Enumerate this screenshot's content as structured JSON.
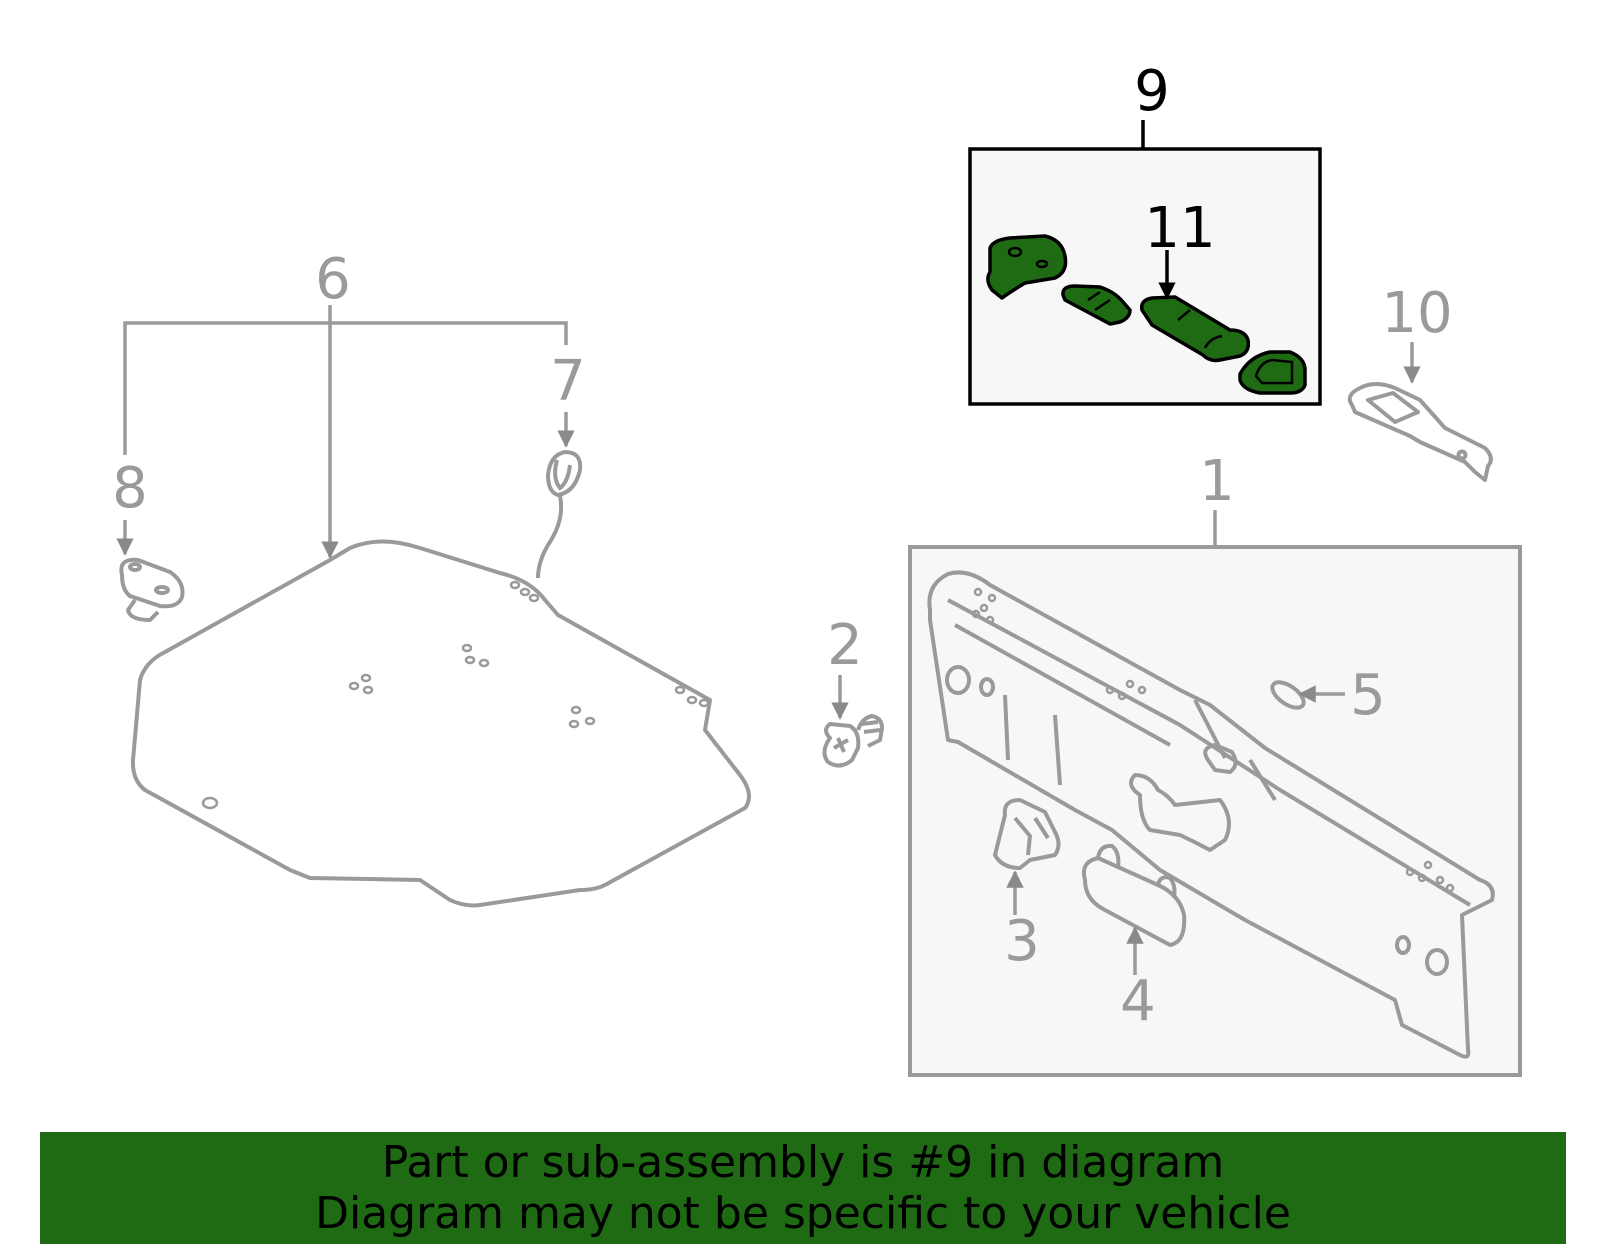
{
  "callouts": {
    "c1": "1",
    "c2": "2",
    "c3": "3",
    "c4": "4",
    "c5": "5",
    "c6": "6",
    "c7": "7",
    "c8": "8",
    "c9": "9",
    "c10": "10",
    "c11": "11"
  },
  "banner": {
    "line1": "Part or sub-assembly is #9 in diagram",
    "line2": "Diagram may not be specific to your vehicle"
  },
  "colors": {
    "highlight": "#1e6b14",
    "banner_bg": "#1e6b14",
    "part_stroke": "#9a9a9a",
    "box_fill": "#f7f7f7"
  }
}
